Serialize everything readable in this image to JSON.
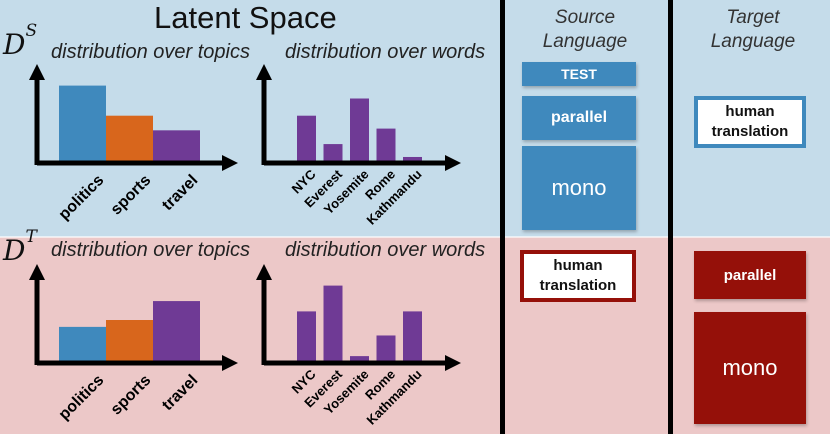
{
  "title": "Latent Space",
  "columns": {
    "source": "Source\nLanguage",
    "target": "Target\nLanguage"
  },
  "domains": {
    "source_symbol": "D",
    "source_super": "S",
    "target_symbol": "D",
    "target_super": "T"
  },
  "labels": {
    "topics": "distribution over topics",
    "words": "distribution over words"
  },
  "boxes": {
    "src_test": "TEST",
    "src_parallel": "parallel",
    "src_mono": "mono",
    "tgt_human": "human\ntranslation",
    "srcT_human": "human\ntranslation",
    "tgtT_parallel": "parallel",
    "tgtT_mono": "mono"
  },
  "colors": {
    "blue": "#3f89bd",
    "orange": "#d8661c",
    "purple": "#6f3a95",
    "red": "#951009"
  },
  "chart_data": [
    {
      "type": "bar",
      "categories": [
        "politics",
        "sports",
        "travel"
      ],
      "values": [
        0.9,
        0.55,
        0.38
      ]
    },
    {
      "type": "bar",
      "categories": [
        "NYC",
        "Everest",
        "Yosemite",
        "Rome",
        "Kathmandu"
      ],
      "values": [
        0.55,
        0.22,
        0.75,
        0.4,
        0.07
      ]
    },
    {
      "type": "bar",
      "categories": [
        "politics",
        "sports",
        "travel"
      ],
      "values": [
        0.42,
        0.5,
        0.72
      ]
    },
    {
      "type": "bar",
      "categories": [
        "NYC",
        "Everest",
        "Yosemite",
        "Rome",
        "Kathmandu"
      ],
      "values": [
        0.6,
        0.9,
        0.08,
        0.32,
        0.6
      ]
    }
  ]
}
